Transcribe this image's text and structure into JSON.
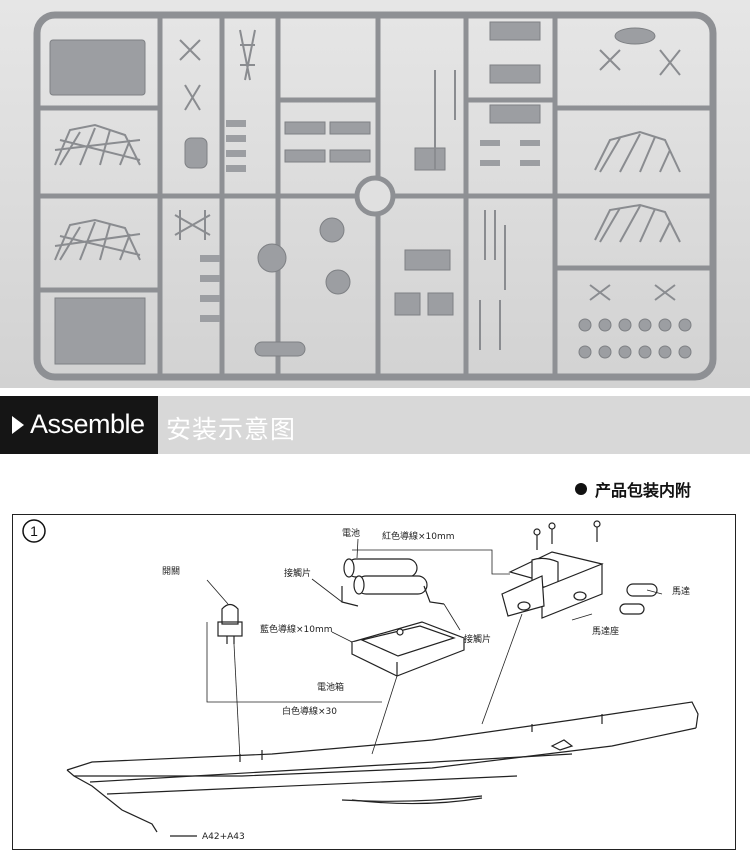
{
  "banner": {
    "english": "Assemble",
    "chinese": "安装示意图"
  },
  "note": {
    "text": "产品包装内附"
  },
  "diagram": {
    "step_number": "1",
    "labels": {
      "battery": "電池",
      "red_wire": "紅色導線×10mm",
      "contact_left": "接觸片",
      "blue_wire": "藍色導線×10mm",
      "switch": "開關",
      "battery_box": "電池箱",
      "contact_right": "接觸片",
      "white_wire": "白色導線×30",
      "motor_mount": "馬達座",
      "motor": "馬達",
      "part_ref": "A42+A43"
    }
  },
  "colors": {
    "sprue_gray": "#9c9ea2",
    "frame_gray": "#8e9094",
    "banner_dark": "#151515",
    "banner_light": "#d8d8d8"
  }
}
